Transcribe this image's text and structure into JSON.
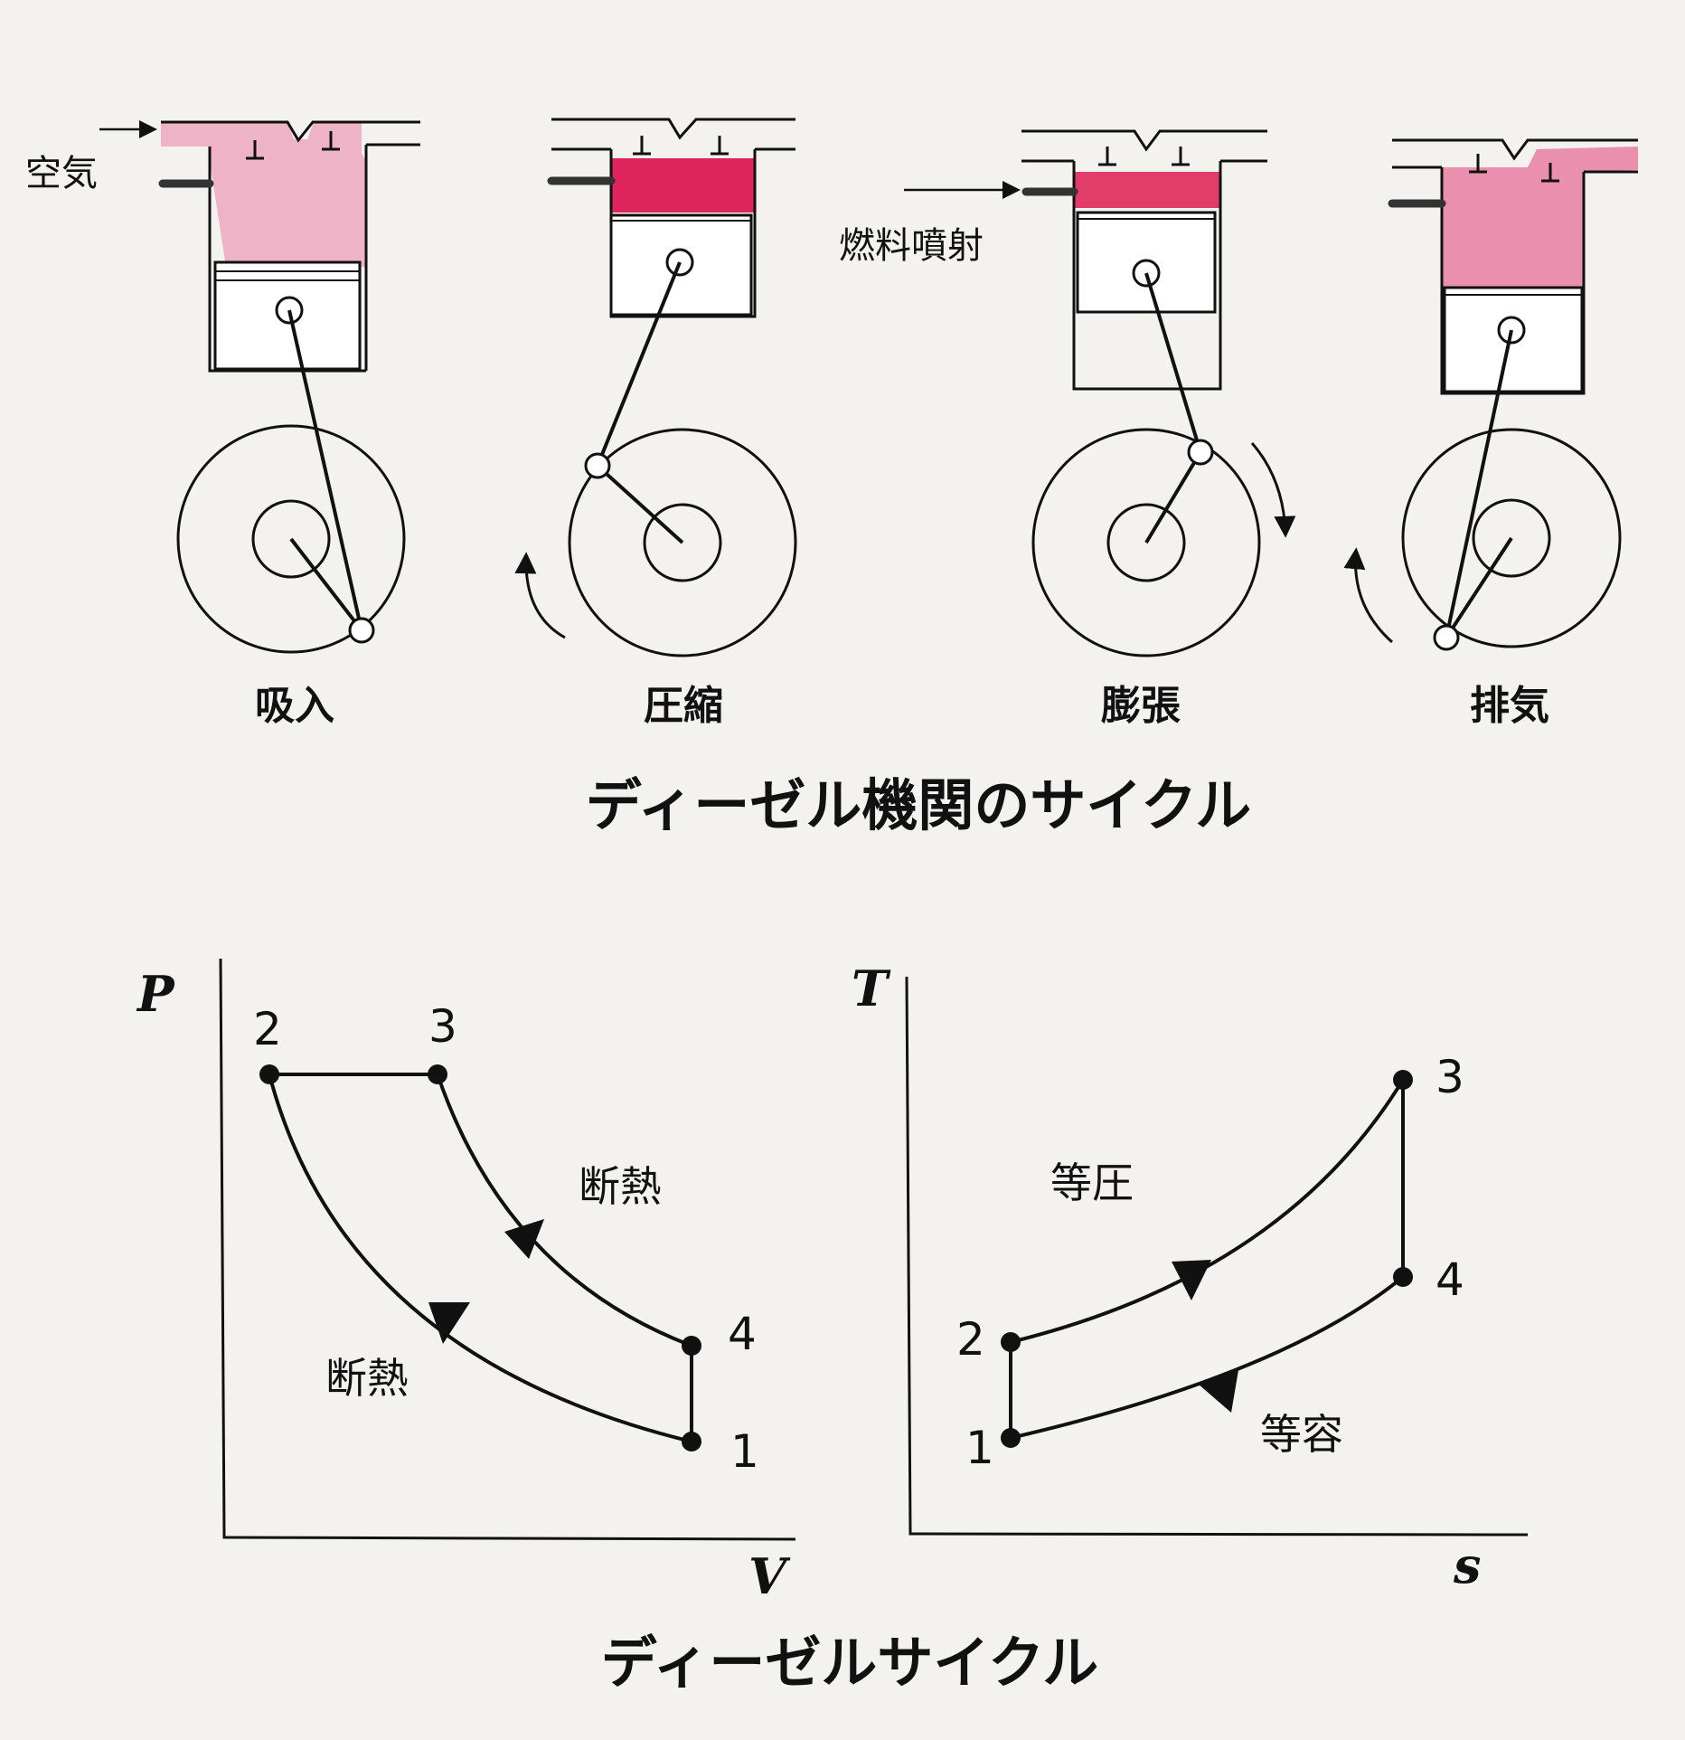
{
  "engine_diagram": {
    "title": "ディーゼル機関のサイクル",
    "label_air": "空気",
    "label_fuel_injection": "燃料噴射",
    "strokes": [
      {
        "label": "吸入",
        "gas_color": "#eeb3c7"
      },
      {
        "label": "圧縮",
        "gas_color": "#e0245e"
      },
      {
        "label": "膨張",
        "gas_color": "#e23d6a"
      },
      {
        "label": "排気",
        "gas_color": "#eb8fae"
      }
    ]
  },
  "cycle_diagram": {
    "title": "ディーゼルサイクル",
    "pv": {
      "x_axis": "V",
      "y_axis": "P",
      "points": [
        "1",
        "2",
        "3",
        "4"
      ],
      "label_adiabatic_expansion": "断熱",
      "label_adiabatic_compression": "断熱"
    },
    "ts": {
      "x_axis": "s",
      "y_axis": "T",
      "points": [
        "1",
        "2",
        "3",
        "4"
      ],
      "label_isobaric": "等圧",
      "label_isochoric": "等容"
    }
  }
}
